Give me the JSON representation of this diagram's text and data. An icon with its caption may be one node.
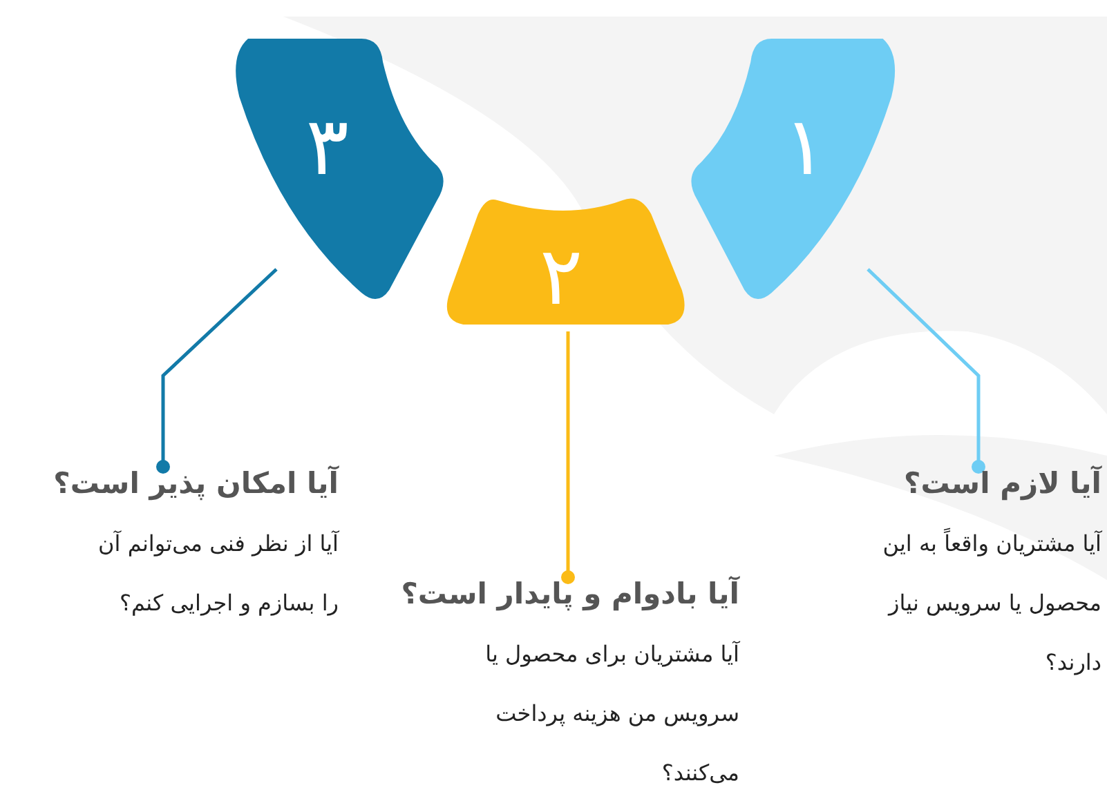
{
  "diagram": {
    "nodes": [
      {
        "text": [
          "۳"
        ]
      },
      {
        "text": [
          "۲"
        ]
      },
      {
        "text": [
          "۱"
        ]
      },
      {
        "text": [
          "آیا امکان پذیر است؟",
          "آیا از نظر فنی می‌توانم آن را بسازم و اجرایی کنم؟"
        ]
      },
      {
        "text": [
          "آیا بادوام و پایدار است؟",
          "آیا مشتریان برای محصول یا سرویس من هزینه پرداخت می‌کنند؟"
        ]
      },
      {
        "text": [
          "آیا لازم است؟",
          "آیا مشتریان واقعاً به این محصول یا سرویس نیاز دارند؟"
        ]
      }
    ],
    "edges": [
      {
        "from": 0,
        "to": 3,
        "arrow": "other",
        "color": "#127aa8"
      },
      {
        "from": 1,
        "to": 4,
        "arrow": "other",
        "color": "#fbbb16"
      },
      {
        "from": 2,
        "to": 5,
        "arrow": "other",
        "color": "#6ecdf4"
      }
    ]
  }
}
